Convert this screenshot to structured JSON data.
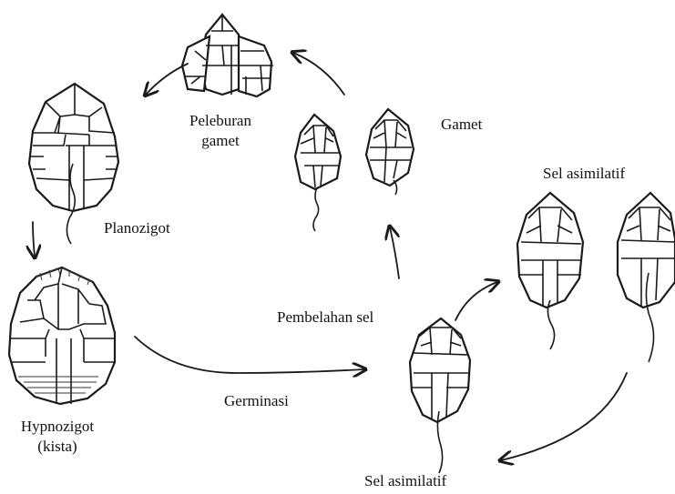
{
  "labels": {
    "peleburan": [
      "Peleburan",
      "gamet"
    ],
    "gamet": "Gamet",
    "planozigot": "Planozigot",
    "sel_asimilatif_top": "Sel asimilatif",
    "pembelahan": "Pembelahan sel",
    "hypnozigot": [
      "Hypnozigot",
      "(kista)"
    ],
    "germinasi": "Germinasi",
    "sel_asimilatif_bottom": "Sel asimilatif"
  }
}
